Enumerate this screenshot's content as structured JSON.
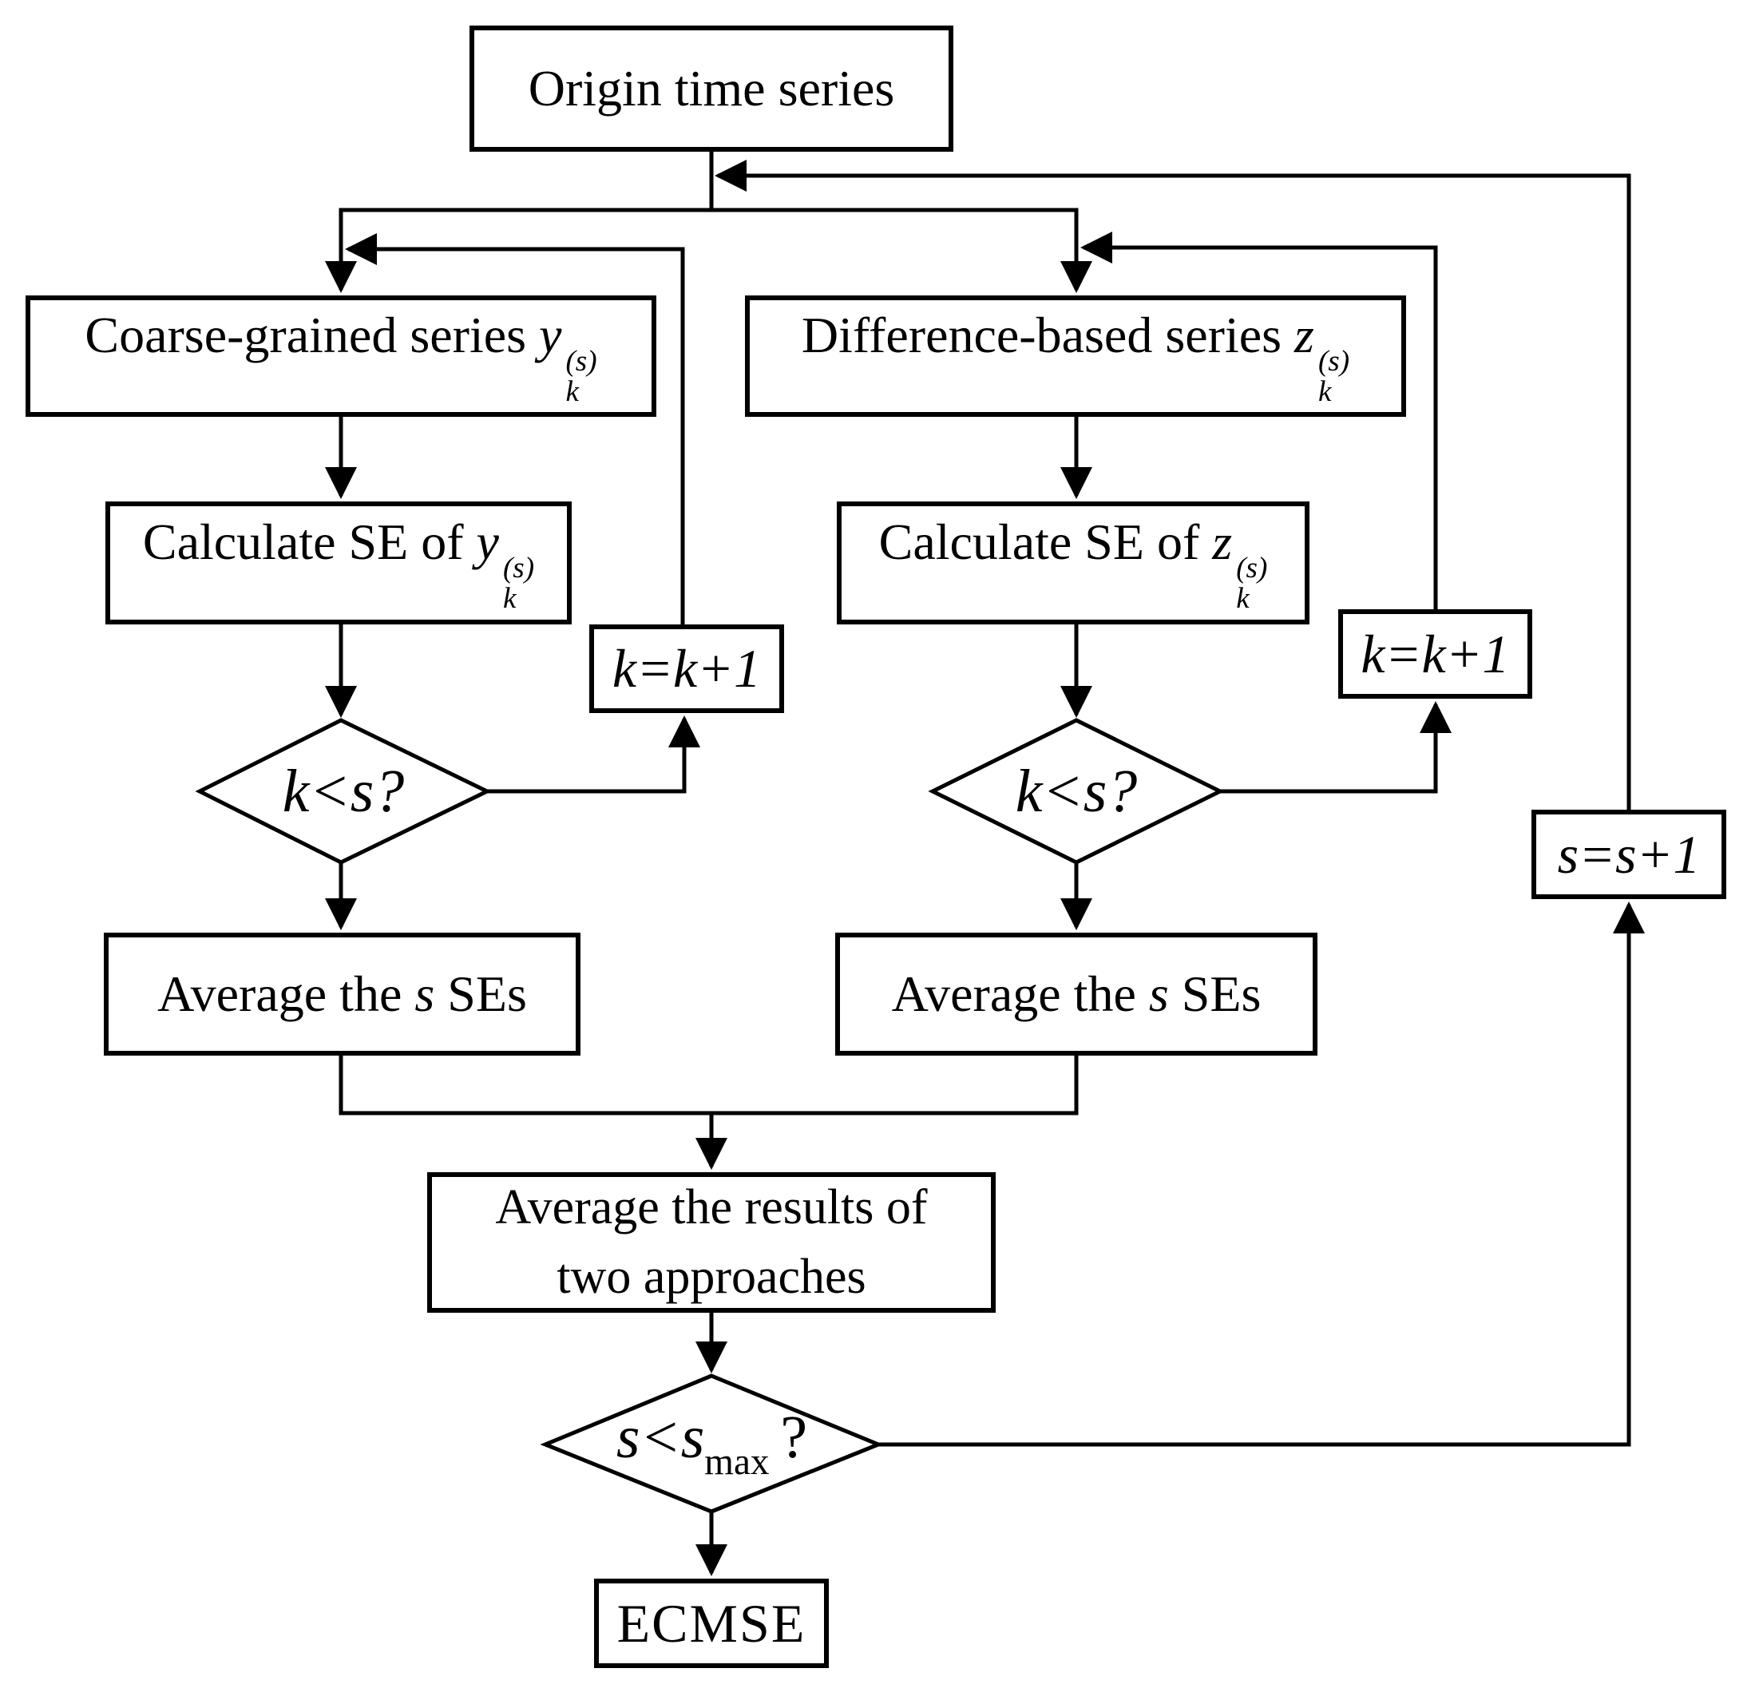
{
  "diagram": {
    "background_color": "#ffffff",
    "line_color": "#000000",
    "nodes": {
      "origin": {
        "label": "Origin time series"
      },
      "coarse": {
        "prefix": "Coarse-grained series ",
        "variable": "y",
        "superscript": "(s)",
        "subscript": "k"
      },
      "difference": {
        "prefix": "Difference-based series ",
        "variable": "z",
        "superscript": "(s)",
        "subscript": "k"
      },
      "calc_se_y": {
        "prefix": "Calculate SE of ",
        "variable": "y",
        "superscript": "(s)",
        "subscript": "k"
      },
      "calc_se_z": {
        "prefix": "Calculate SE of ",
        "variable": "z",
        "superscript": "(s)",
        "subscript": "k"
      },
      "k_check_left": {
        "label": "k<s?"
      },
      "k_check_right": {
        "label": "k<s?"
      },
      "k_increment_left": {
        "label": "k=k+1"
      },
      "k_increment_right": {
        "label": "k=k+1"
      },
      "average_left": {
        "prefix": "Average the ",
        "variable": "s",
        "suffix": " SEs"
      },
      "average_right": {
        "prefix": "Average the ",
        "variable": "s",
        "suffix": " SEs"
      },
      "average_results": {
        "line1": "Average the results of",
        "line2": "two approaches"
      },
      "s_check": {
        "prefix": "s<s",
        "subscript": "max",
        "suffix": "?"
      },
      "s_increment": {
        "label": "s=s+1"
      },
      "output": {
        "label": "ECMSE"
      }
    }
  }
}
